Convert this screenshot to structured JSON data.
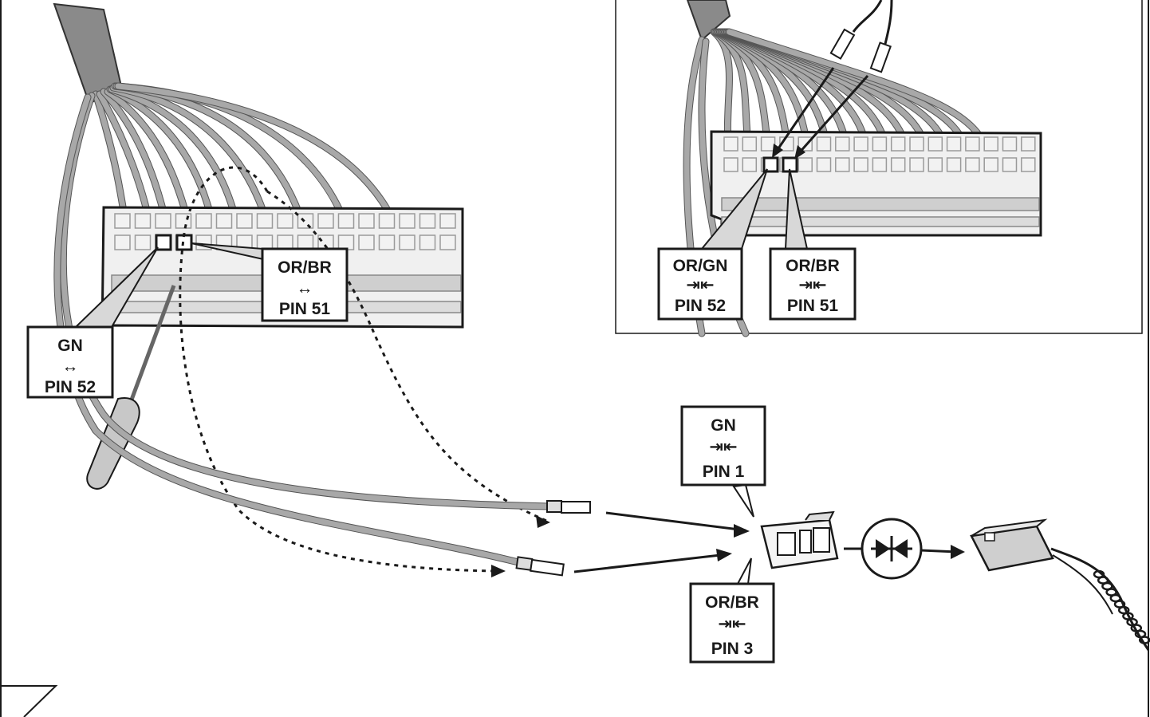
{
  "labels": {
    "main_gn": {
      "line1": "GN",
      "symbol": "↔",
      "line2": "PIN 52"
    },
    "main_orbr": {
      "line1": "OR/BR",
      "symbol": "↔",
      "line2": "PIN 51"
    },
    "inset_orgn": {
      "line1": "OR/GN",
      "symbol": "⇥⇤",
      "line2": "PIN 52"
    },
    "inset_orbr": {
      "line1": "OR/BR",
      "symbol": "⇥⇤",
      "line2": "PIN 51"
    },
    "plug_gn": {
      "line1": "GN",
      "symbol": "⇥⇤",
      "line2": "PIN 1"
    },
    "plug_orbr": {
      "line1": "OR/BR",
      "symbol": "⇥⇤",
      "line2": "PIN 3"
    }
  },
  "icons": {
    "insert_symbol": "insert-terminal-icon",
    "release_symbol": "release-terminal-icon",
    "screwdriver": "screwdriver-icon",
    "connector": "connector-housing-icon",
    "plug": "plug-icon"
  },
  "colors": {
    "line": "#1a1a1a",
    "wire": "#a8a8a8",
    "housing": "#f0f0f0",
    "sheath": "#8a8a8a"
  }
}
